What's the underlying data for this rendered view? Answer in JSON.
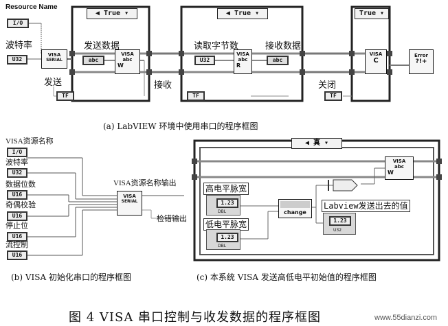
{
  "panel_a": {
    "resource_label": "Resource Name",
    "baud_label": "波特率",
    "send_label_left": "发送",
    "send_data_label": "发送数据",
    "read_bytes_label": "读取字节数",
    "recv_data_label": "接收数据",
    "recv_label": "接收",
    "close_label": "关闭",
    "true_1": "True",
    "true_2": "True",
    "true_3": "True",
    "io_const": "I/O",
    "u32_1": "U32",
    "u32_2": "U32",
    "tf_1": "TF",
    "tf_2": "TF",
    "tf_3": "TF",
    "visa_serial_1": "VISA",
    "visa_serial_sub": "SERIAL",
    "visa_write": "VISA",
    "visa_write_sub": "abc",
    "visa_read": "VISA",
    "visa_read_sub": "abc",
    "visa_close": "VISA",
    "error_vi": "Error",
    "abc_1": "abc",
    "abc_2": "abc",
    "caption": "(a) LabVIEW 环境中使用串口的程序框图"
  },
  "panel_b": {
    "visa_resource": "VISA资源名称",
    "baud": "波特率",
    "data_bits": "数据位数",
    "parity": "奇偶校验",
    "stop_bit": "停止位",
    "flow_control": "流控制",
    "io": "I/O",
    "u32": "U32",
    "u16_1": "U16",
    "u16_2": "U16",
    "u16_3": "U16",
    "u16_4": "U16",
    "visa_out": "VISA资源名称输出",
    "error_out": "检错输出",
    "visa": "VISA",
    "serial": "SERIAL",
    "caption": "(b) VISA 初始化串口的程序框图"
  },
  "panel_c": {
    "true_label": "真",
    "high_level": "高电平脉宽",
    "low_level": "低电平脉宽",
    "value_1": "1.23",
    "value_2": "1.23",
    "value_3": "1.23",
    "dbl_1": "DBL",
    "dbl_2": "DBL",
    "u32": "U32",
    "change": "change",
    "sent_value": "Labview发送出去的值",
    "visa": "VISA",
    "abc": "abc",
    "caption": "(c) 本系统 VISA 发送高低电平初始值的程序框图"
  },
  "figure_title": "图 4    VISA 串口控制与收发数据的程序框图",
  "watermark": "www.55dianzi.com"
}
